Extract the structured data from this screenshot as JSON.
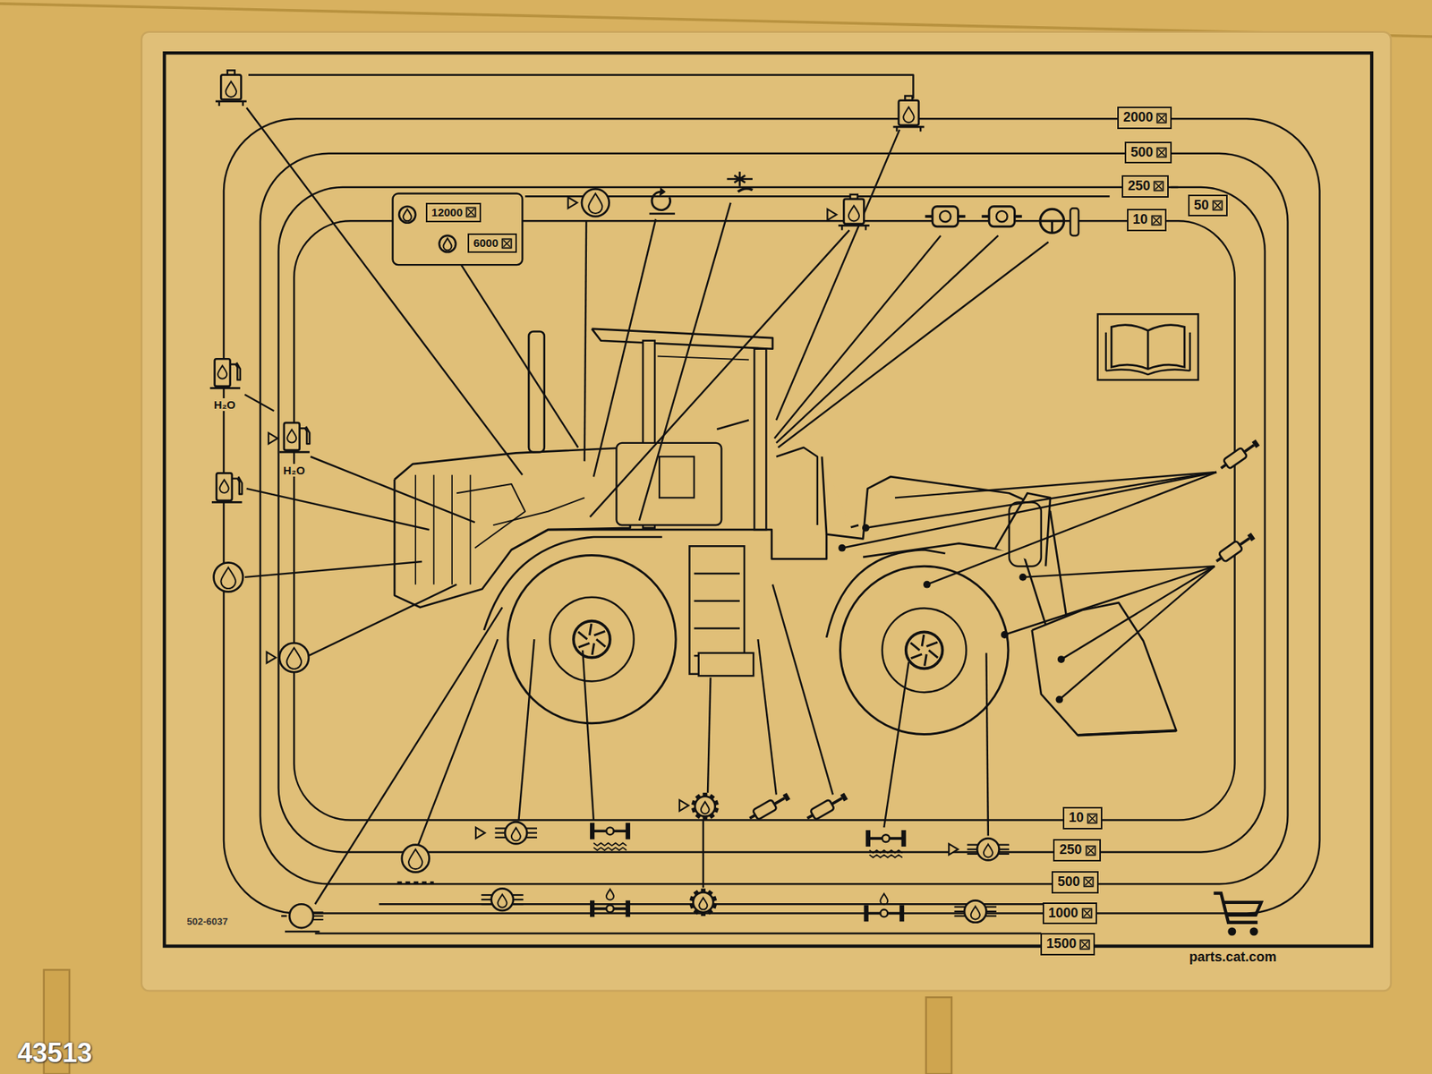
{
  "diagram": {
    "nodes": [
      {
        "text": [
          "2000"
        ]
      },
      {
        "text": [
          "500"
        ]
      },
      {
        "text": [
          "250"
        ]
      },
      {
        "text": [
          "50"
        ]
      },
      {
        "text": [
          "10"
        ]
      },
      {
        "text": [
          "12000"
        ]
      },
      {
        "text": [
          "6000"
        ]
      },
      {
        "text": [
          "10"
        ]
      },
      {
        "text": [
          "250"
        ]
      },
      {
        "text": [
          "500"
        ]
      },
      {
        "text": [
          "1000"
        ]
      },
      {
        "text": [
          "1500"
        ]
      }
    ],
    "labels": [
      "H₂O",
      "H₂O",
      "502-6037",
      "parts.cat.com",
      "43513"
    ]
  }
}
